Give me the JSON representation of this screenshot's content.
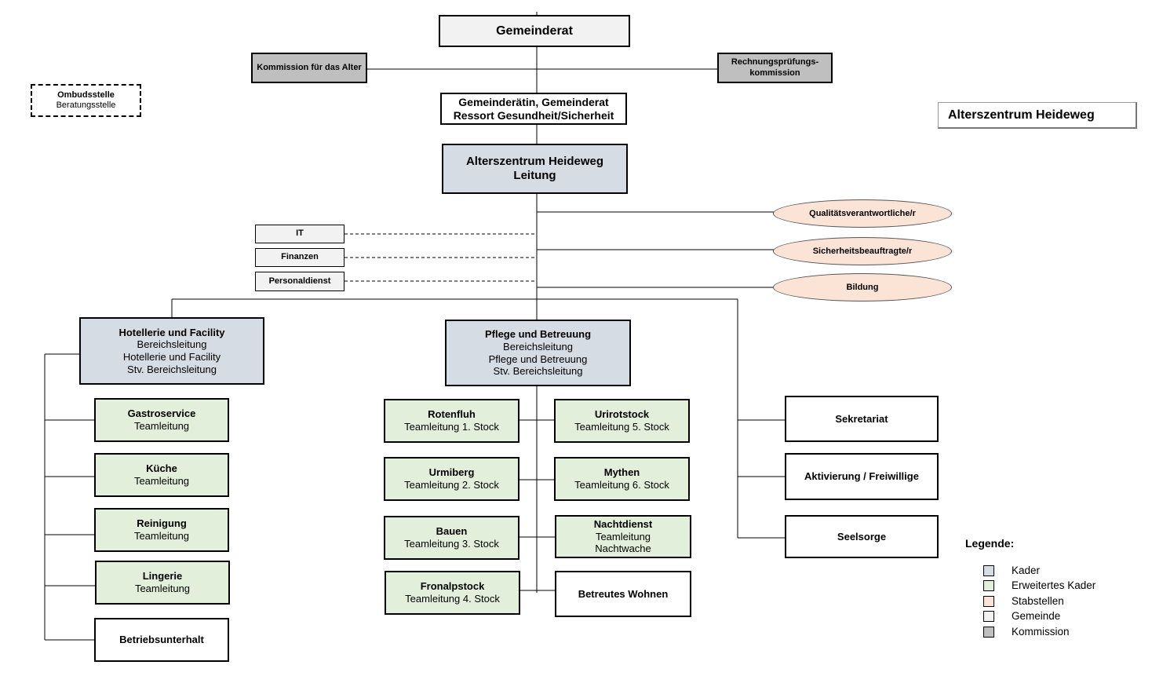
{
  "top": {
    "gemeinderat": "Gemeinderat",
    "kommission_alter": "Kommission für das Alter",
    "rpk_line1": "Rechnungsprüfungs-",
    "rpk_line2": "kommission",
    "ombud_line1": "Ombudsstelle",
    "ombud_line2": "Beratungsstelle",
    "ressort_line1": "Gemeinderätin, Gemeinderat",
    "ressort_line2": "Ressort Gesundheit/Sicherheit",
    "title_box": "Alterszentrum Heideweg",
    "leitung_line1": "Alterszentrum Heideweg",
    "leitung_line2": "Leitung"
  },
  "staff": {
    "it": "IT",
    "finanzen": "Finanzen",
    "personaldienst": "Personaldienst",
    "qualitaet": "Qualitätsverantwortliche/r",
    "sicherheit": "Sicherheitsbeauftragte/r",
    "bildung": "Bildung"
  },
  "hotellerie": {
    "title": "Hotellerie und Facility",
    "line2": "Bereichsleitung",
    "line3": "Hotellerie und Facility",
    "line4": "Stv. Bereichsleitung",
    "teams": [
      {
        "name": "Gastroservice",
        "sub": "Teamleitung"
      },
      {
        "name": "Küche",
        "sub": "Teamleitung"
      },
      {
        "name": "Reinigung",
        "sub": "Teamleitung"
      },
      {
        "name": "Lingerie",
        "sub": "Teamleitung"
      }
    ],
    "betriebsunterhalt": "Betriebsunterhalt"
  },
  "pflege": {
    "title": "Pflege und Betreuung",
    "line2": "Bereichsleitung",
    "line3": "Pflege und Betreuung",
    "line4": "Stv. Bereichsleitung",
    "left": [
      {
        "name": "Rotenfluh",
        "sub": "Teamleitung 1. Stock"
      },
      {
        "name": "Urmiberg",
        "sub": "Teamleitung 2. Stock"
      },
      {
        "name": "Bauen",
        "sub": "Teamleitung 3. Stock"
      },
      {
        "name": "Fronalpstock",
        "sub": "Teamleitung 4. Stock"
      }
    ],
    "right": [
      {
        "name": "Urirotstock",
        "sub": "Teamleitung 5. Stock"
      },
      {
        "name": "Mythen",
        "sub": "Teamleitung 6. Stock"
      }
    ],
    "nacht_line1": "Nachtdienst",
    "nacht_line2": "Teamleitung",
    "nacht_line3": "Nachtwache",
    "betreutes": "Betreutes Wohnen"
  },
  "right_column": {
    "sekretariat": "Sekretariat",
    "aktivierung": "Aktivierung / Freiwillige",
    "seelsorge": "Seelsorge"
  },
  "legend": {
    "title": "Legende:",
    "items": [
      {
        "label": "Kader",
        "color": "#d6dce4"
      },
      {
        "label": "Erweitertes Kader",
        "color": "#e2efda"
      },
      {
        "label": "Stabstellen",
        "color": "#fbe4d5"
      },
      {
        "label": "Gemeinde",
        "color": "#f2f2f2"
      },
      {
        "label": "Kommission",
        "color": "#bfbfbf"
      }
    ]
  }
}
